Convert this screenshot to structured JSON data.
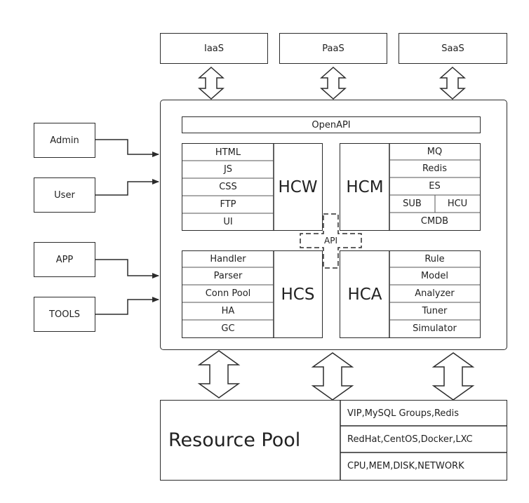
{
  "top_layers": {
    "iaas": "IaaS",
    "paas": "PaaS",
    "saas": "SaaS"
  },
  "clients": {
    "admin": "Admin",
    "user": "User",
    "app": "APP",
    "tools": "TOOLS"
  },
  "openapi": "OpenAPI",
  "api": "API",
  "hcw": {
    "title": "HCW",
    "items": [
      "HTML",
      "JS",
      "CSS",
      "FTP",
      "UI"
    ]
  },
  "hcm": {
    "title": "HCM",
    "items": [
      "MQ",
      "Redis",
      "ES",
      "SUB",
      "HCU",
      "CMDB"
    ]
  },
  "hcs": {
    "title": "HCS",
    "items": [
      "Handler",
      "Parser",
      "Conn Pool",
      "HA",
      "GC"
    ]
  },
  "hca": {
    "title": "HCA",
    "items": [
      "Rule",
      "Model",
      "Analyzer",
      "Tuner",
      "Simulator"
    ]
  },
  "resource_pool": {
    "title": "Resource Pool",
    "items": [
      "VIP,MySQL Groups,Redis",
      "RedHat,CentOS,Docker,LXC",
      "CPU,MEM,DISK,NETWORK"
    ]
  }
}
